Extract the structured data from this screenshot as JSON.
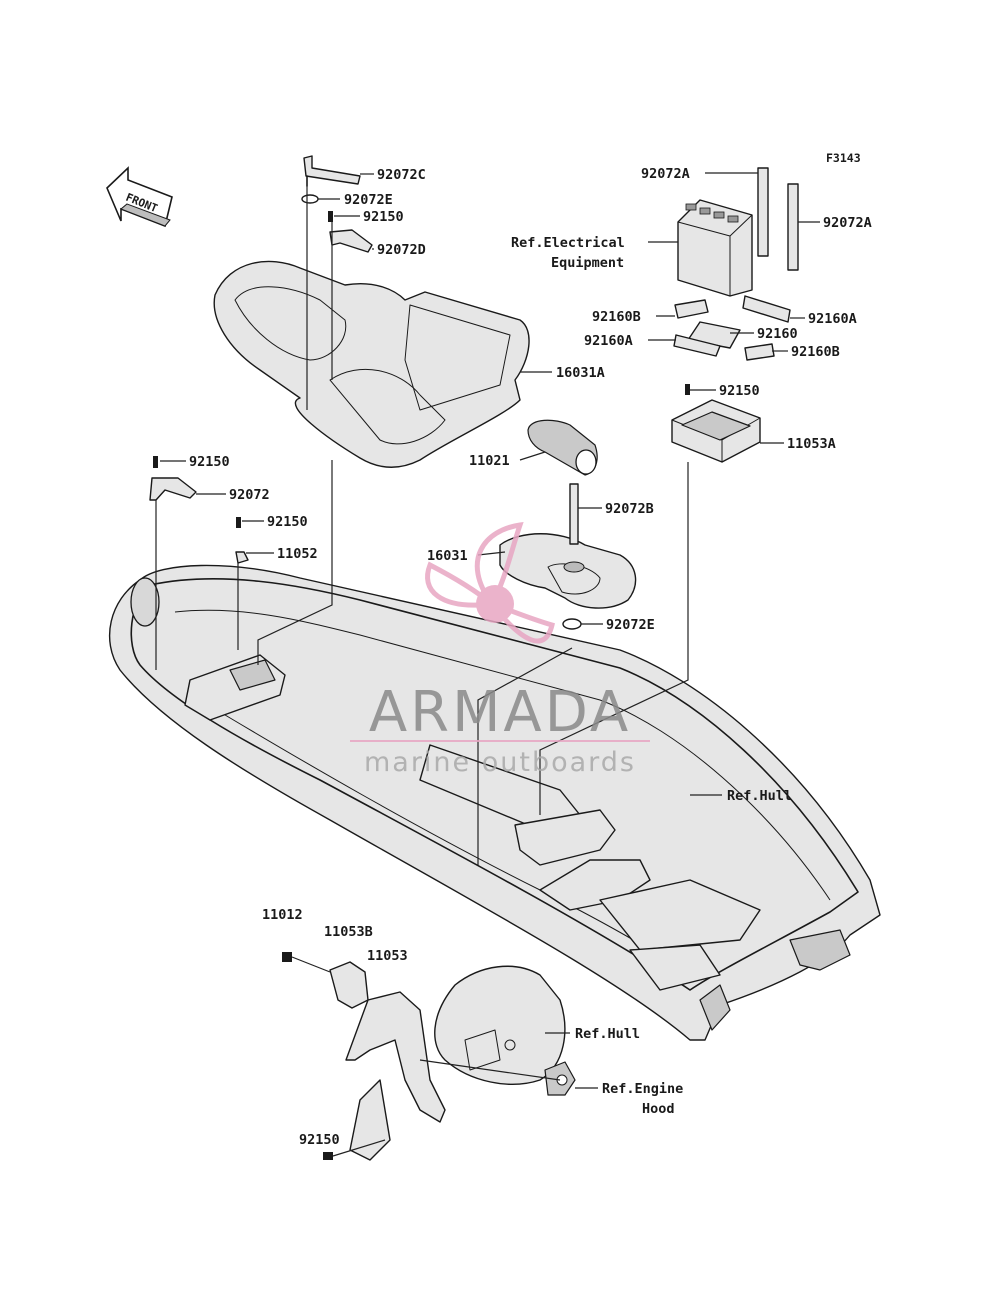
{
  "diagram_code": "F3143",
  "front_arrow_text": "FRONT",
  "watermark": {
    "name": "ARMADA",
    "tagline": "marine outboards",
    "brand_color": "#e8a6c3",
    "text_color": "#8a8a8a"
  },
  "parts": [
    {
      "id": "p92072C",
      "text": "92072C"
    },
    {
      "id": "p92072E_top",
      "text": "92072E"
    },
    {
      "id": "p92150_top",
      "text": "92150"
    },
    {
      "id": "p92072D",
      "text": "92072D"
    },
    {
      "id": "p16031A",
      "text": "16031A"
    },
    {
      "id": "p92150_left",
      "text": "92150"
    },
    {
      "id": "p92072",
      "text": "92072"
    },
    {
      "id": "p92150_mid",
      "text": "92150"
    },
    {
      "id": "p11052",
      "text": "11052"
    },
    {
      "id": "p92072A_left",
      "text": "92072A"
    },
    {
      "id": "p92072A_right",
      "text": "92072A"
    },
    {
      "id": "p92160B_left",
      "text": "92160B"
    },
    {
      "id": "p92160A_right",
      "text": "92160A"
    },
    {
      "id": "p92160",
      "text": "92160"
    },
    {
      "id": "p92160A_left",
      "text": "92160A"
    },
    {
      "id": "p92160B_right",
      "text": "92160B"
    },
    {
      "id": "p92150_battery",
      "text": "92150"
    },
    {
      "id": "p11053A",
      "text": "11053A"
    },
    {
      "id": "p11021",
      "text": "11021"
    },
    {
      "id": "p92072B",
      "text": "92072B"
    },
    {
      "id": "p16031",
      "text": "16031"
    },
    {
      "id": "p92072E_mid",
      "text": "92072E"
    },
    {
      "id": "p11012",
      "text": "11012"
    },
    {
      "id": "p11053B",
      "text": "11053B"
    },
    {
      "id": "p11053",
      "text": "11053"
    },
    {
      "id": "p92150_bottom",
      "text": "92150"
    }
  ],
  "references": {
    "electrical_line1": "Ref.Electrical",
    "electrical_line2": "Equipment",
    "hull_main": "Ref.Hull",
    "hull_bottom": "Ref.Hull",
    "engine_hood_line1": "Ref.Engine",
    "engine_hood_line2": "Hood"
  }
}
